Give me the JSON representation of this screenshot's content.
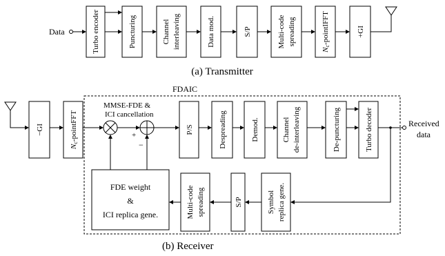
{
  "transmitter": {
    "input_label": "Data",
    "blocks": {
      "turbo_encoder": "Turbo encoder",
      "puncturing": "Puncturing",
      "channel_interleaving_1": "Channel",
      "channel_interleaving_2": "interleaving",
      "data_mod": "Data mod.",
      "sp": "S/P",
      "multicode_1": "Multi-code",
      "multicode_2": "spreading",
      "ifft_n": "N",
      "ifft_sub": "c",
      "ifft_rest": "-pointIFFT",
      "add_gi": "+GI"
    },
    "caption": "(a) Transmitter"
  },
  "receiver": {
    "fdaic_label": "FDAIC",
    "mmse_label_1": "MMSE-FDE &",
    "mmse_label_2": "ICI cancellation",
    "plus_sign": "+",
    "minus_sign": "−",
    "blocks": {
      "remove_gi": "−GI",
      "fft_n": "N",
      "fft_sub": "c",
      "fft_rest": "-pointFFT",
      "ps": "P/S",
      "despreading": "Despreading",
      "demod": "Demod.",
      "channel_deinterleaving_1": "Channel",
      "channel_deinterleaving_2": "de-interleaving",
      "depuncturing": "De-puncturing",
      "turbo_decoder": "Turbo decoder",
      "symbol_replica_1": "Symbol",
      "symbol_replica_2": "replica gene.",
      "sp": "S/P",
      "multicode_1": "Multi-code",
      "multicode_2": "spreading",
      "fde_weight_1": "FDE weight",
      "fde_weight_2": "&",
      "fde_weight_3": "ICI replica gene."
    },
    "output_label_1": "Received",
    "output_label_2": "data",
    "caption": "(b) Receiver"
  }
}
